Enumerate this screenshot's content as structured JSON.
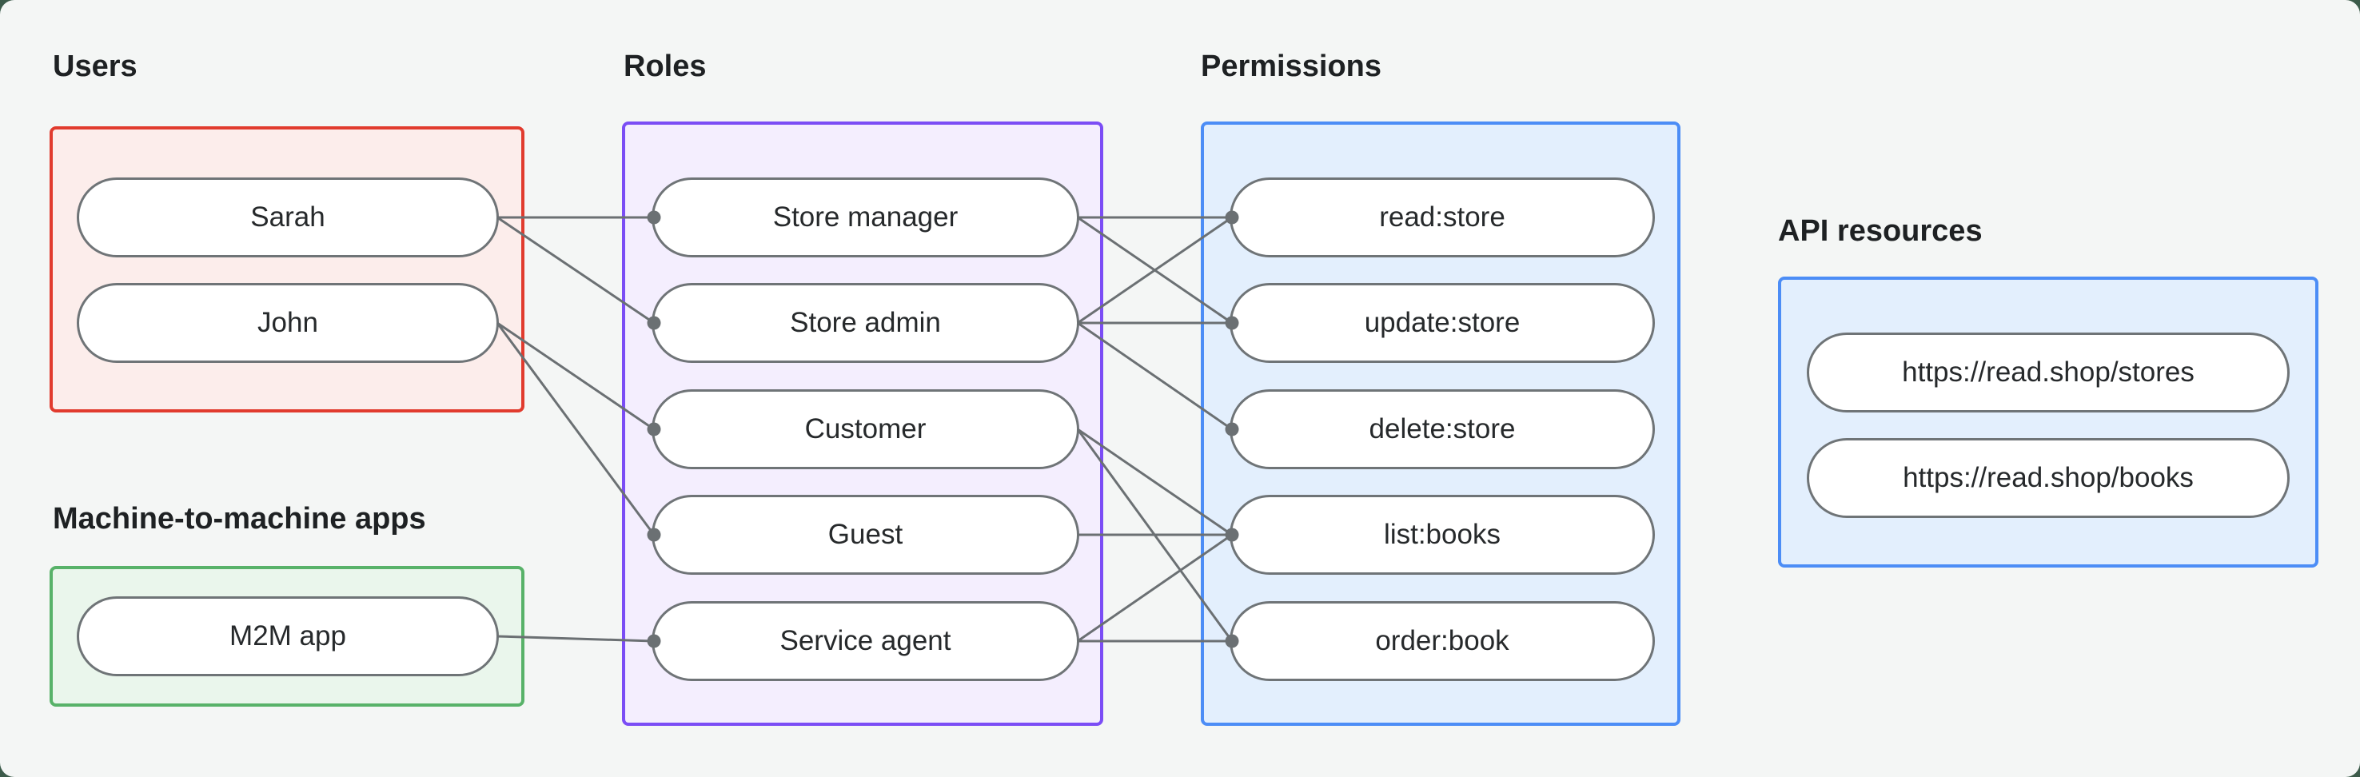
{
  "canvas": {
    "background_color": "#f4f6f5",
    "corner_backdrop_color": "#3c5b4a",
    "edge_color": "#6b7073",
    "pill_border_color": "#6f7477",
    "pill_fill_color": "#ffffff"
  },
  "groups": {
    "users": {
      "label": "Users",
      "border_color": "#e13b2e",
      "fill_color": "#fcedeb",
      "items": [
        {
          "id": "sarah",
          "label": "Sarah"
        },
        {
          "id": "john",
          "label": "John"
        }
      ]
    },
    "m2m_apps": {
      "label": "Machine-to-machine apps",
      "border_color": "#58b269",
      "fill_color": "#eaf6ec",
      "items": [
        {
          "id": "m2m-app",
          "label": "M2M app"
        }
      ]
    },
    "roles": {
      "label": "Roles",
      "border_color": "#7b4df5",
      "fill_color": "#f4eefe",
      "items": [
        {
          "id": "store-manager",
          "label": "Store manager"
        },
        {
          "id": "store-admin",
          "label": "Store admin"
        },
        {
          "id": "customer",
          "label": "Customer"
        },
        {
          "id": "guest",
          "label": "Guest"
        },
        {
          "id": "service-agent",
          "label": "Service agent"
        }
      ]
    },
    "permissions": {
      "label": "Permissions",
      "border_color": "#4c8df6",
      "fill_color": "#e3effd",
      "items": [
        {
          "id": "read-store",
          "label": "read:store"
        },
        {
          "id": "update-store",
          "label": "update:store"
        },
        {
          "id": "delete-store",
          "label": "delete:store"
        },
        {
          "id": "list-books",
          "label": "list:books"
        },
        {
          "id": "order-book",
          "label": "order:book"
        }
      ]
    },
    "api_resources": {
      "label": "API resources",
      "border_color": "#4c8df6",
      "fill_color": "#e3effd",
      "items": [
        {
          "id": "api-stores",
          "label": "https://read.shop/stores"
        },
        {
          "id": "api-books",
          "label": "https://read.shop/books"
        }
      ]
    }
  },
  "edges": [
    {
      "from": "sarah",
      "to": "store-manager"
    },
    {
      "from": "sarah",
      "to": "store-admin"
    },
    {
      "from": "john",
      "to": "customer"
    },
    {
      "from": "john",
      "to": "guest"
    },
    {
      "from": "m2m-app",
      "to": "service-agent"
    },
    {
      "from": "store-manager",
      "to": "read-store"
    },
    {
      "from": "store-manager",
      "to": "update-store"
    },
    {
      "from": "store-admin",
      "to": "read-store"
    },
    {
      "from": "store-admin",
      "to": "update-store"
    },
    {
      "from": "store-admin",
      "to": "delete-store"
    },
    {
      "from": "customer",
      "to": "list-books"
    },
    {
      "from": "customer",
      "to": "order-book"
    },
    {
      "from": "guest",
      "to": "list-books"
    },
    {
      "from": "service-agent",
      "to": "list-books"
    },
    {
      "from": "service-agent",
      "to": "order-book"
    }
  ]
}
